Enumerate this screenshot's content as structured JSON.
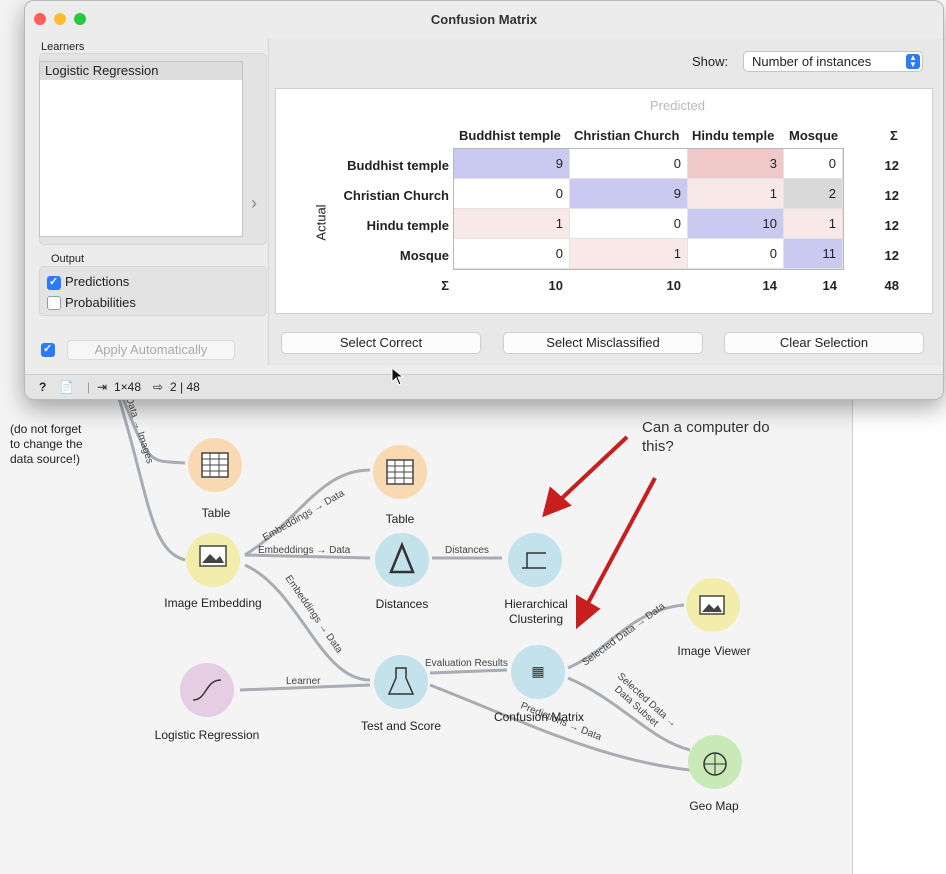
{
  "canvas": {
    "nodes": [
      {
        "id": "table1",
        "label": "Table"
      },
      {
        "id": "image_embedding",
        "label": "Image Embedding"
      },
      {
        "id": "logistic_regression",
        "label": "Logistic Regression"
      },
      {
        "id": "table2",
        "label": "Table"
      },
      {
        "id": "distances",
        "label": "Distances"
      },
      {
        "id": "test_score",
        "label": "Test and Score"
      },
      {
        "id": "hier_clustering",
        "label": "Hierarchical\nClustering"
      },
      {
        "id": "confusion_matrix",
        "label": "Confusion Matrix"
      },
      {
        "id": "image_viewer",
        "label": "Image Viewer"
      },
      {
        "id": "geo_map",
        "label": "Geo Map"
      }
    ],
    "links": {
      "data_images": "Data → Images",
      "emb_table": "Embeddings → Data",
      "emb_dist": "Embeddings → Data",
      "emb_test": "Embeddings → Data",
      "distances": "Distances",
      "learner": "Learner",
      "eval": "Evaluation Results",
      "predictions": "Predictions → Data",
      "sel_viewer": "Selected Data → Data",
      "sel_geo_1": "Selected Data →",
      "sel_geo_2": "Data Subset"
    },
    "annotation": "Can a computer do\nthis?",
    "note": "(do not forget\nto change the\ndata source!)"
  },
  "window": {
    "title": "Confusion Matrix",
    "learners_title": "Learners",
    "learners": [
      "Logistic Regression"
    ],
    "output_title": "Output",
    "predictions_label": "Predictions",
    "predictions_checked": true,
    "probabilities_label": "Probabilities",
    "probabilities_checked": false,
    "apply_checked": true,
    "apply_label": "Apply Automatically",
    "show_label": "Show:",
    "show_value": "Number of instances",
    "predicted_label": "Predicted",
    "actual_label": "Actual",
    "sum_symbol": "Σ",
    "classes": [
      "Buddhist temple",
      "Christian Church",
      "Hindu temple",
      "Mosque"
    ],
    "matrix": [
      [
        9,
        0,
        3,
        0
      ],
      [
        0,
        9,
        1,
        2
      ],
      [
        1,
        0,
        10,
        1
      ],
      [
        0,
        1,
        0,
        11
      ]
    ],
    "row_totals": [
      "12",
      "12",
      "12",
      "12"
    ],
    "col_totals": [
      "10",
      "10",
      "14",
      "14"
    ],
    "grand_total": "48",
    "select_correct": "Select Correct",
    "select_misclassified": "Select Misclassified",
    "clear_selection": "Clear Selection",
    "status_help": "?",
    "status_input": "1×48",
    "status_output": "2 | 48",
    "colors": {
      "diag": "#c9c9f1",
      "off_strong": "#f0c8c8",
      "off_light": "#f9e8e8",
      "grey": "#d9d9d9",
      "accent": "#2a7cf6"
    }
  }
}
